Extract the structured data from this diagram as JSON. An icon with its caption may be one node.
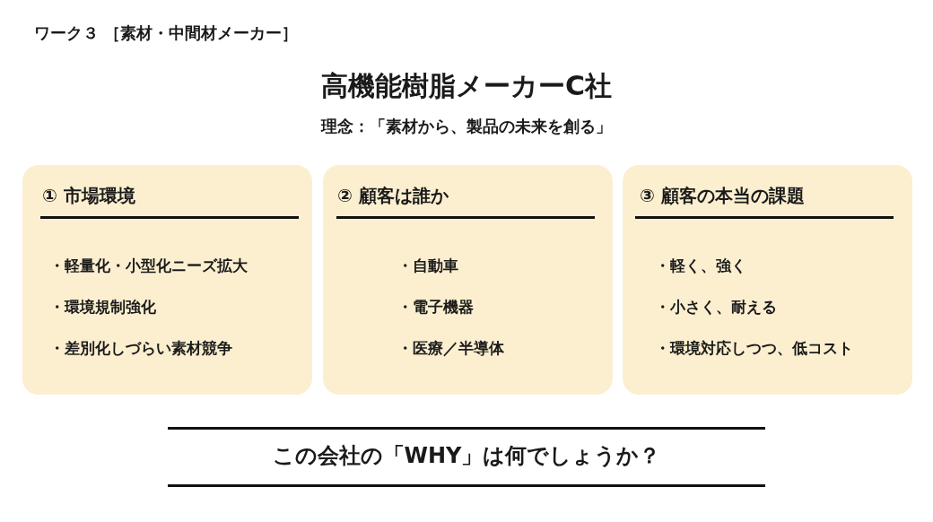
{
  "diagram": {
    "title": "高機能樹脂メーカーC社",
    "nodes": [
      {
        "text": [
          "① 市場環境",
          "・軽量化・小型化ニーズ拡大",
          "・環境規制強化",
          "・差別化しづらい素材競争"
        ]
      },
      {
        "text": [
          "② 顧客は誰か",
          "・自動車",
          "・電子機器",
          "・医療／半導体"
        ]
      },
      {
        "text": [
          "③ 顧客の本当の課題",
          "・軽く、強く",
          "・小さく、耐える",
          "・環境対応しつつ、低コスト"
        ]
      }
    ],
    "labels": [
      "ワーク３ ［素材・中間材メーカー］",
      "理念：「素材から、製品の未来を創る」",
      "この会社の「WHY」は何でしょうか？"
    ]
  }
}
